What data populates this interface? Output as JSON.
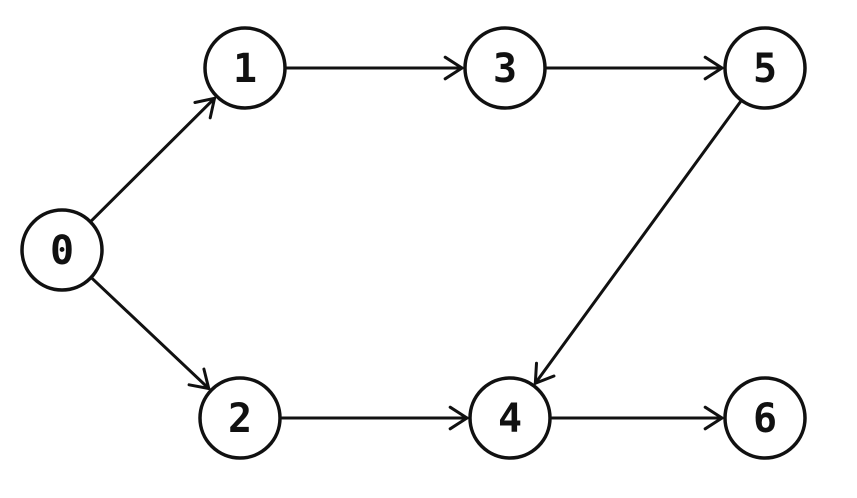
{
  "graph": {
    "nodes": [
      {
        "id": "0",
        "label": "0"
      },
      {
        "id": "1",
        "label": "1"
      },
      {
        "id": "2",
        "label": "2"
      },
      {
        "id": "3",
        "label": "3"
      },
      {
        "id": "4",
        "label": "4"
      },
      {
        "id": "5",
        "label": "5"
      },
      {
        "id": "6",
        "label": "6"
      }
    ],
    "edges": [
      {
        "from": "0",
        "to": "1"
      },
      {
        "from": "0",
        "to": "2"
      },
      {
        "from": "1",
        "to": "3"
      },
      {
        "from": "3",
        "to": "5"
      },
      {
        "from": "5",
        "to": "4"
      },
      {
        "from": "2",
        "to": "4"
      },
      {
        "from": "4",
        "to": "6"
      }
    ]
  },
  "colors": {
    "stroke": "#111111",
    "background": "#ffffff"
  }
}
